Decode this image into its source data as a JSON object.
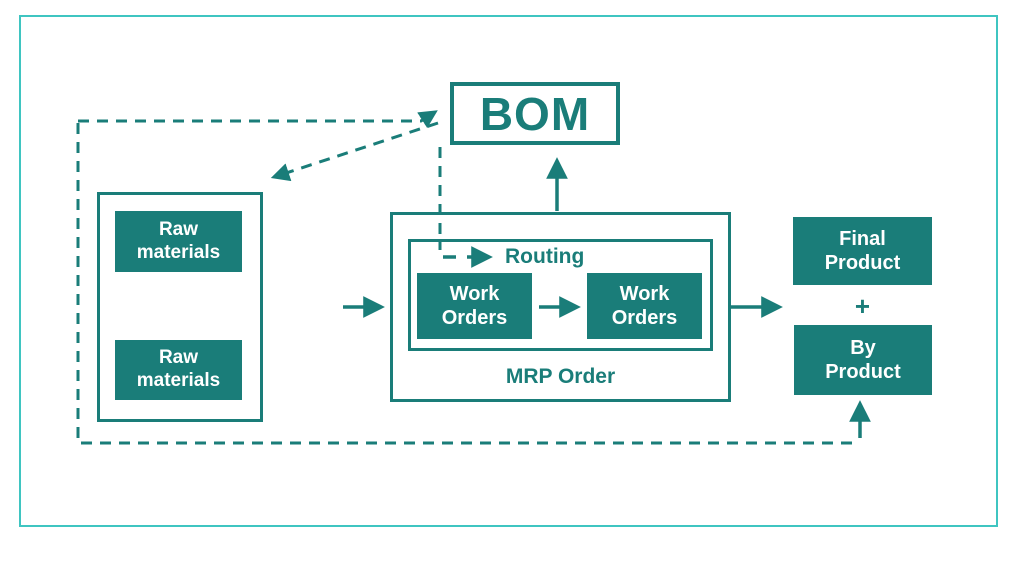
{
  "colors": {
    "teal": "#1a7d79",
    "frame_cyan": "#3fc5c1",
    "box_text": "#ffffff"
  },
  "diagram": {
    "title_node": "BOM",
    "materials": {
      "raw_material_1": "Raw materials",
      "raw_material_2": "Raw materials"
    },
    "mrp": {
      "routing_label": "Routing",
      "work_orders_1": "Work Orders",
      "work_orders_2": "Work Orders",
      "label": "MRP Order"
    },
    "outputs": {
      "final_product": "Final Product",
      "plus_sign": "+",
      "by_product": "By Product"
    }
  }
}
